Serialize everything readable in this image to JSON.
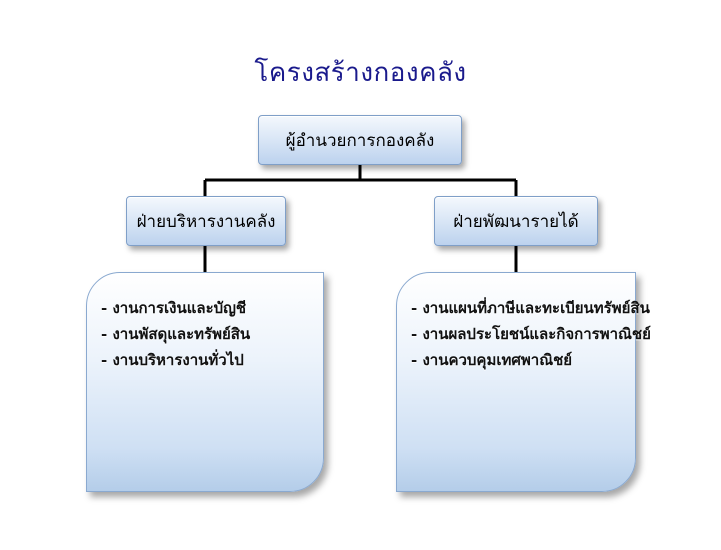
{
  "title": "โครงสร้างกองคลัง",
  "root": {
    "label": "ผู้อำนวยการกองคลัง"
  },
  "divisions": [
    {
      "label": "ฝ่ายบริหารงานคลัง",
      "tasks": [
        "- งานการเงินและบัญชี",
        "- งานพัสดุและทรัพย์สิน",
        "- งานบริหารงานทั่วไป"
      ]
    },
    {
      "label": "ฝ่ายพัฒนารายได้",
      "tasks": [
        "- งานแผนที่ภาษีและทะเบียนทรัพย์สิน",
        "- งานผลประโยชน์และกิจการพาณิชย์",
        "- งานควบคุมเทศพาณิชย์"
      ]
    }
  ],
  "colors": {
    "title": "#1a1a8c",
    "box_light": "#f4f8fd",
    "box_dark": "#bcd2ee",
    "connector": "#000000"
  }
}
